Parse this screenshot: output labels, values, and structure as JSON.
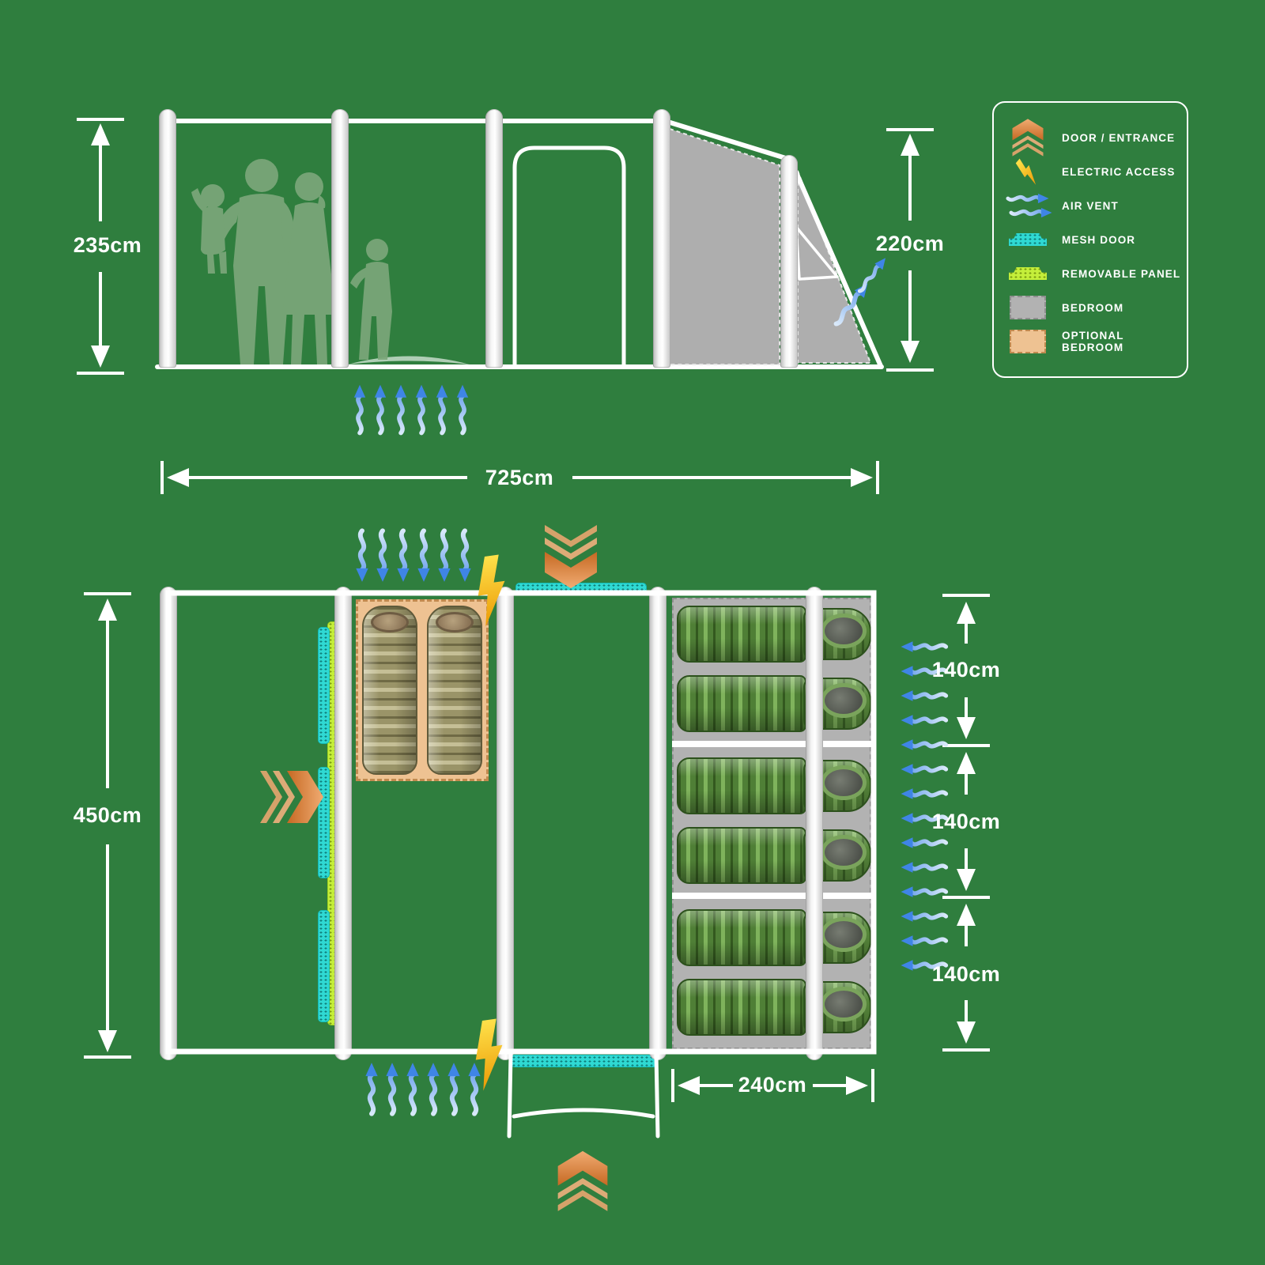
{
  "diagram": {
    "subject": "tent-specification-diagram",
    "views": [
      "side-elevation",
      "floor-plan"
    ]
  },
  "dimensions": {
    "side_height_left": "235cm",
    "side_height_right": "220cm",
    "total_width": "725cm",
    "floor_depth": "450cm",
    "bedroom_row_1": "140cm",
    "bedroom_row_2": "140cm",
    "bedroom_row_3": "140cm",
    "bedroom_width": "240cm"
  },
  "legend": {
    "items": [
      {
        "label": "DOOR / ENTRANCE",
        "icon": "door-chevron-icon",
        "color": "#d8813f"
      },
      {
        "label": "ELECTRIC ACCESS",
        "icon": "lightning-icon",
        "color": "#ffd21f"
      },
      {
        "label": "AIR VENT",
        "icon": "air-vent-icon",
        "color": "#4a8fe8"
      },
      {
        "label": "MESH DOOR",
        "icon": "mesh-door-icon",
        "color": "#2fd9d3"
      },
      {
        "label": "REMOVABLE PANEL",
        "icon": "removable-panel-icon",
        "color": "#c4ee3a"
      },
      {
        "label": "BEDROOM",
        "icon": "bedroom-swatch",
        "color": "#b2b2b2"
      },
      {
        "label": "OPTIONAL BEDROOM",
        "icon": "optional-bedroom-swatch",
        "color": "#eec292"
      }
    ]
  },
  "colors": {
    "background": "#2f7e3e",
    "line_white": "#ffffff",
    "bedroom_gray": "#b2b2b2",
    "optional_bedroom_tan": "#eec292",
    "mesh_cyan": "#2fd9d3",
    "removable_green": "#c4ee3a",
    "door_orange": "#d8813f",
    "electric_yellow": "#ffd21f",
    "air_vent_blue": "#4a8fe8",
    "sleeping_bag_green": "#4f7f36",
    "sleeping_bag_khaki": "#9a9468",
    "silhouette_green": "#7ca77a"
  }
}
